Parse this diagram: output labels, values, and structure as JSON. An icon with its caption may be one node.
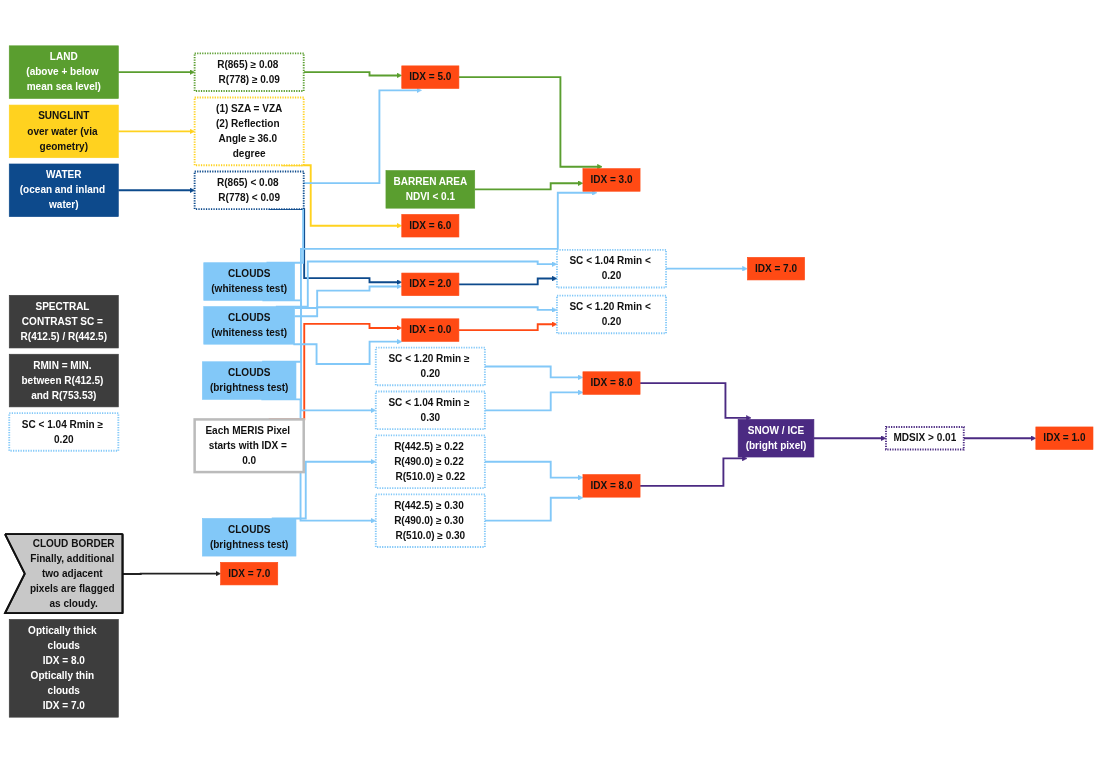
{
  "diagram": {
    "nodes": [
      {
        "text": [
          "Each MERIS Pixel starts with IDX = 0.0"
        ]
      },
      {
        "text": [
          "SUNGLINT",
          "over water (via geometry)"
        ]
      },
      {
        "text": [
          "WATER",
          "(ocean and inland water)"
        ]
      },
      {
        "text": [
          "LAND",
          "(above + below mean sea level)"
        ]
      },
      {
        "text": [
          "CLOUDS",
          "(brightness test)"
        ]
      },
      {
        "text": [
          "(1) SZA = VZA",
          "(2) Reflection Angle ≥ 36.0 degree"
        ]
      },
      {
        "text": [
          "R(865) < 0.08 R(778) < 0.09"
        ]
      },
      {
        "text": [
          "R(865) ≥ 0.08 R(778) ≥ 0.09"
        ]
      },
      {
        "text": [
          "BARREN AREA",
          "NDVI < 0.1"
        ]
      },
      {
        "text": [
          "R(442.5) ≥ 0.22 R(490.0) ≥ 0.22 R(510.0) ≥ 0.22"
        ]
      },
      {
        "text": [
          "IDX = 6.0"
        ]
      },
      {
        "text": [
          "IDX = 2.0"
        ]
      },
      {
        "text": [
          "IDX = 0.0"
        ]
      },
      {
        "text": [
          "IDX = 5.0"
        ]
      },
      {
        "text": [
          "IDX = 3.0"
        ]
      },
      {
        "text": [
          "SPECTRAL CONTRAST SC = R(412.5) / R(442.5)"
        ]
      },
      {
        "text": [
          "RMIN = MIN. between R(412.5) and R(753.53)"
        ]
      },
      {
        "text": [
          "CLOUDS",
          "(whiteness test)"
        ]
      },
      {
        "text": [
          "CLOUDS",
          "(whiteness test)"
        ]
      },
      {
        "text": [
          "CLOUDS",
          "(brightness test)"
        ]
      },
      {
        "text": [
          "IDX = 7.0"
        ]
      },
      {
        "text": [
          "SC < 1.04 Rmin < 0.20"
        ]
      },
      {
        "text": [
          "SC < 1.20 Rmin < 0.20"
        ]
      },
      {
        "text": [
          "SC < 1.04 Rmin ≥ 0.30"
        ]
      },
      {
        "text": [
          "R(442.5) ≥ 0.30 R(490.0) ≥ 0.30 R(510.0) ≥ 0.30"
        ]
      },
      {
        "text": [
          "IDX = 8.0"
        ]
      },
      {
        "text": [
          "SC < 1.04 Rmin ≥ 0.20"
        ]
      },
      {
        "text": [
          "SC < 1.20 Rmin ≥ 0.20"
        ]
      },
      {
        "text": [
          "IDX = 8.0"
        ]
      },
      {
        "text": [
          "SNOW / ICE",
          "(bright pixel)"
        ]
      },
      {
        "text": [
          "IDX = 7.0"
        ]
      },
      {
        "text": [
          "CLOUD BORDER",
          "Finally, additional two adjacent pixels are flagged as cloudy."
        ]
      },
      {
        "text": [
          "MDSIX > 0.01"
        ]
      },
      {
        "text": [
          "Optically thick clouds",
          "IDX = 8.0",
          "Optically thin clouds",
          "IDX = 7.0"
        ]
      },
      {
        "text": [
          "IDX = 1.0"
        ]
      }
    ],
    "edges": [
      {
        "from": 1,
        "to": 5,
        "arrow": "to",
        "color": "#ffd21f"
      },
      {
        "from": 5,
        "to": 10,
        "arrow": "to",
        "color": "#ffd21f"
      },
      {
        "from": 2,
        "to": 6,
        "arrow": "to",
        "color": "#0d4a8c"
      },
      {
        "from": 6,
        "to": 11,
        "arrow": "to",
        "color": "#0d4a8c"
      },
      {
        "from": 0,
        "to": 12,
        "arrow": "to",
        "color": "#ff4a14"
      },
      {
        "from": 3,
        "to": 7,
        "arrow": "to",
        "color": "#5a9e2f"
      },
      {
        "from": 7,
        "to": 13,
        "arrow": "to",
        "color": "#5a9e2f"
      },
      {
        "from": 13,
        "to": 14,
        "arrow": "to",
        "color": "#5a9e2f"
      },
      {
        "from": 8,
        "to": 14,
        "arrow": "to",
        "color": "#5a9e2f"
      },
      {
        "from": 4,
        "to": 9,
        "arrow": "to"
      },
      {
        "from": 9,
        "to": 25,
        "arrow": "to"
      },
      {
        "from": 17,
        "to": 11,
        "arrow": "to"
      },
      {
        "from": 17,
        "to": 12,
        "arrow": "to"
      },
      {
        "from": 17,
        "to": 21,
        "arrow": "to"
      },
      {
        "from": 17,
        "to": 22,
        "arrow": "to"
      },
      {
        "from": 11,
        "to": 21,
        "arrow": "to",
        "color": "#0d4a8c"
      },
      {
        "from": 12,
        "to": 22,
        "arrow": "to",
        "color": "#ff4a14"
      },
      {
        "from": 21,
        "to": 20,
        "arrow": "to"
      },
      {
        "from": 27,
        "to": 28,
        "arrow": "to"
      },
      {
        "from": 18,
        "to": 13,
        "arrow": "to"
      },
      {
        "from": 18,
        "to": 23,
        "arrow": "to"
      },
      {
        "from": 23,
        "to": 28,
        "arrow": "to"
      },
      {
        "from": 19,
        "to": 14,
        "arrow": "to"
      },
      {
        "from": 19,
        "to": 24,
        "arrow": "to"
      },
      {
        "from": 24,
        "to": 25,
        "arrow": "to"
      },
      {
        "from": 28,
        "to": 29,
        "arrow": "to",
        "color": "#4b2a82"
      },
      {
        "from": 25,
        "to": 29,
        "arrow": "to",
        "color": "#4b2a82"
      },
      {
        "from": 29,
        "to": 32,
        "arrow": "to",
        "color": "#4b2a82"
      },
      {
        "from": 32,
        "to": 34,
        "arrow": "to",
        "color": "#4b2a82"
      },
      {
        "from": 31,
        "to": 30,
        "arrow": "to",
        "color": "#222222"
      }
    ]
  }
}
